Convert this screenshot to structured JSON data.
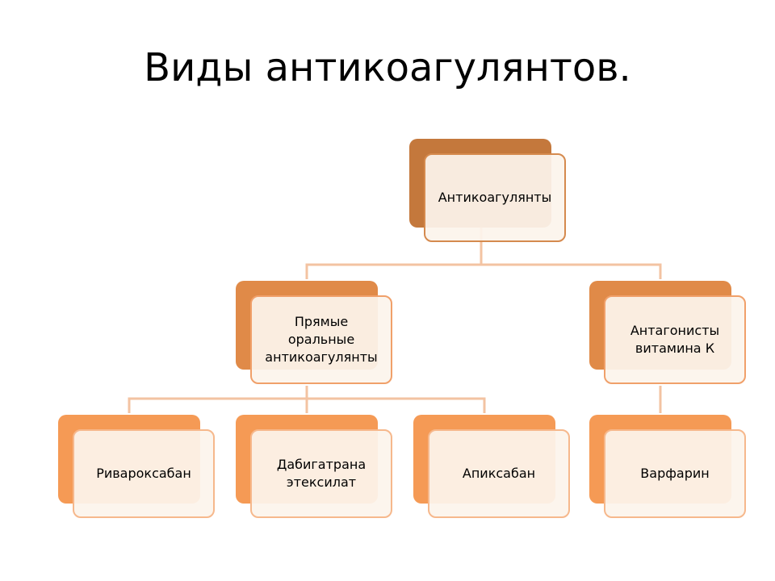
{
  "title": "Виды антикоагулянтов.",
  "colors": {
    "level0_back": "#C4783C",
    "level0_border": "#D58A4E",
    "level1_back": "#E08A48",
    "level1_border": "#F0A06A",
    "level2_back": "#F59A55",
    "level2_border": "#F6B88C",
    "connector": "#F3C3A2"
  },
  "nodes": {
    "root": {
      "label": "Антикоагулянты"
    },
    "direct": {
      "label": "Прямые\nоральные\nантикоагулянты"
    },
    "vitk": {
      "label": "Антагонисты\nвитамина К"
    },
    "rivaroxaban": {
      "label": "Ривароксабан"
    },
    "dabigatran": {
      "label": "Дабигатрана\nэтексилат"
    },
    "apixaban": {
      "label": "Апиксабан"
    },
    "warfarin": {
      "label": "Варфарин"
    }
  }
}
